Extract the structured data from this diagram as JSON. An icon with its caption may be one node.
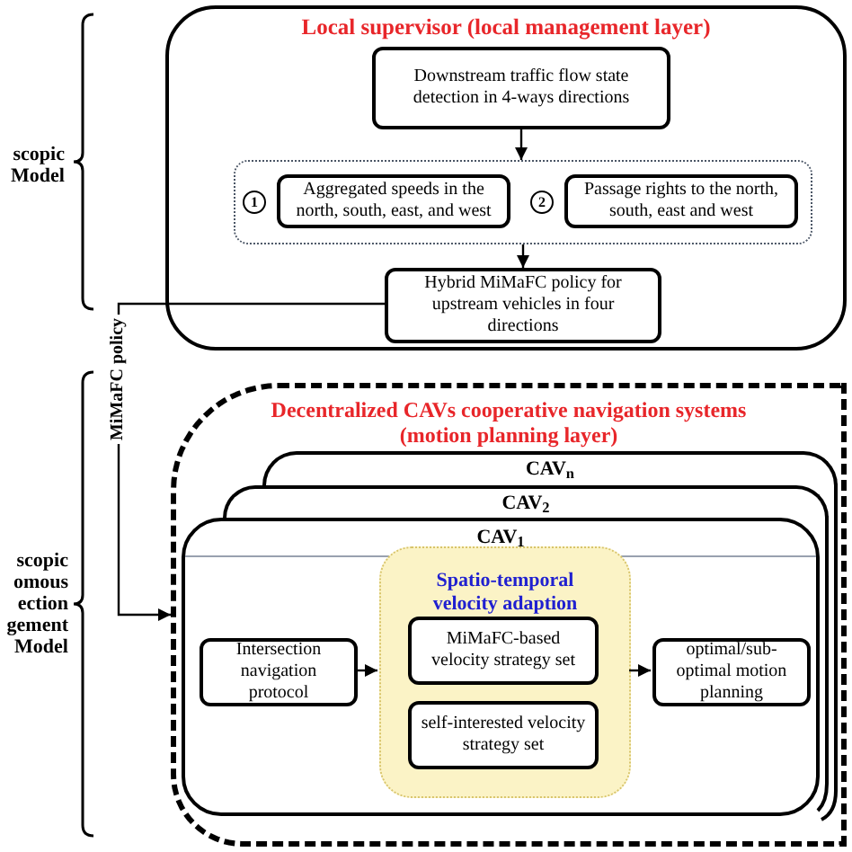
{
  "diagram": {
    "nodes": [
      {
        "text": [
          "Local supervisor (local management layer)"
        ]
      },
      {
        "text": [
          "Downstream traffic flow state detection in 4-ways directions"
        ],
        "in": 0
      },
      {
        "text": [],
        "shape": "box",
        "in": 0
      },
      {
        "text": [
          "Aggregated speeds in the north, south, east, and west"
        ],
        "in": 2,
        "beside": [
          "1"
        ]
      },
      {
        "text": [
          "Passage rights to the north, south, east and west"
        ],
        "in": 2,
        "beside": [
          "2"
        ]
      },
      {
        "text": [
          "Hybrid MiMaFC policy for upstream vehicles in four directions"
        ],
        "in": 0
      },
      {
        "text": [
          "Decentralized CAVs cooperative navigation systems (motion planning layer)"
        ]
      },
      {
        "text": [
          "CAV$_{n}$"
        ],
        "in": 6
      },
      {
        "text": [
          "CAV$_{2}$"
        ],
        "in": 6
      },
      {
        "text": [
          "CAV$_{1}$"
        ],
        "in": 6
      },
      {
        "text": [
          "Spatio-temporal velocity adaption"
        ],
        "in": 9
      },
      {
        "text": [
          "Intersection navigation protocol"
        ],
        "in": 9
      },
      {
        "text": [
          "MiMaFC-based velocity strategy set"
        ],
        "in": 10
      },
      {
        "text": [
          "self-interested velocity strategy set"
        ],
        "in": 10
      },
      {
        "text": [
          "optimal/sub-optimal motion planning"
        ],
        "in": 9
      }
    ],
    "edges": [
      {
        "from": 1,
        "to": 2,
        "arrow": "to"
      },
      {
        "from": 2,
        "to": 5,
        "arrow": "to"
      },
      {
        "from": 5,
        "to": 6,
        "arrow": "to",
        "label": "MiMaFC policy"
      },
      {
        "from": 11,
        "to": 10,
        "arrow": "to"
      },
      {
        "from": 10,
        "to": 14,
        "arrow": "to"
      }
    ],
    "labels": [
      "scopic Model",
      "scopic omous ection gement Model"
    ]
  }
}
